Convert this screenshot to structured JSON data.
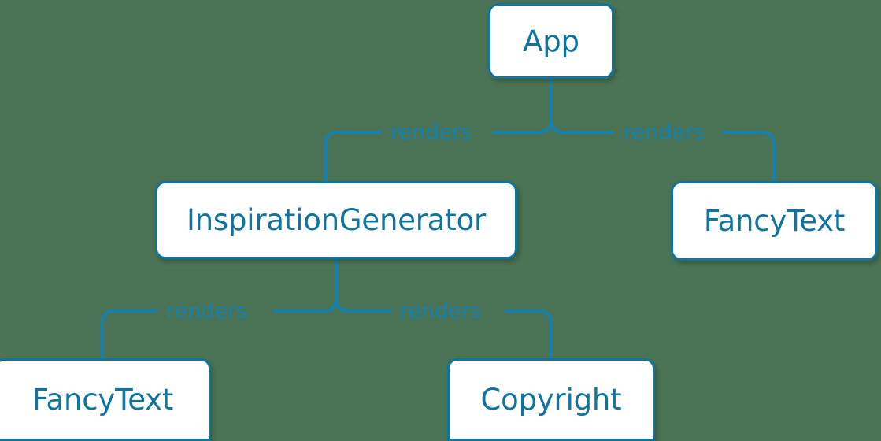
{
  "diagram": {
    "type": "component-tree",
    "background_color": "#4a7254",
    "node_fill_color": "#ffffff",
    "node_border_color": "#11749f",
    "node_text_color": "#11749f",
    "edge_color": "#1580ad",
    "edge_label_color": "#1580ad",
    "nodes": [
      {
        "id": "app",
        "label": "App"
      },
      {
        "id": "inspirationgenerator",
        "label": "InspirationGenerator"
      },
      {
        "id": "fancytext_right",
        "label": "FancyText"
      },
      {
        "id": "fancytext_left",
        "label": "FancyText"
      },
      {
        "id": "copyright",
        "label": "Copyright"
      }
    ],
    "edges": [
      {
        "from": "app",
        "to": "inspirationgenerator",
        "label": "renders"
      },
      {
        "from": "app",
        "to": "fancytext_right",
        "label": "renders"
      },
      {
        "from": "inspirationgenerator",
        "to": "fancytext_left",
        "label": "renders"
      },
      {
        "from": "inspirationgenerator",
        "to": "copyright",
        "label": "renders"
      }
    ]
  }
}
